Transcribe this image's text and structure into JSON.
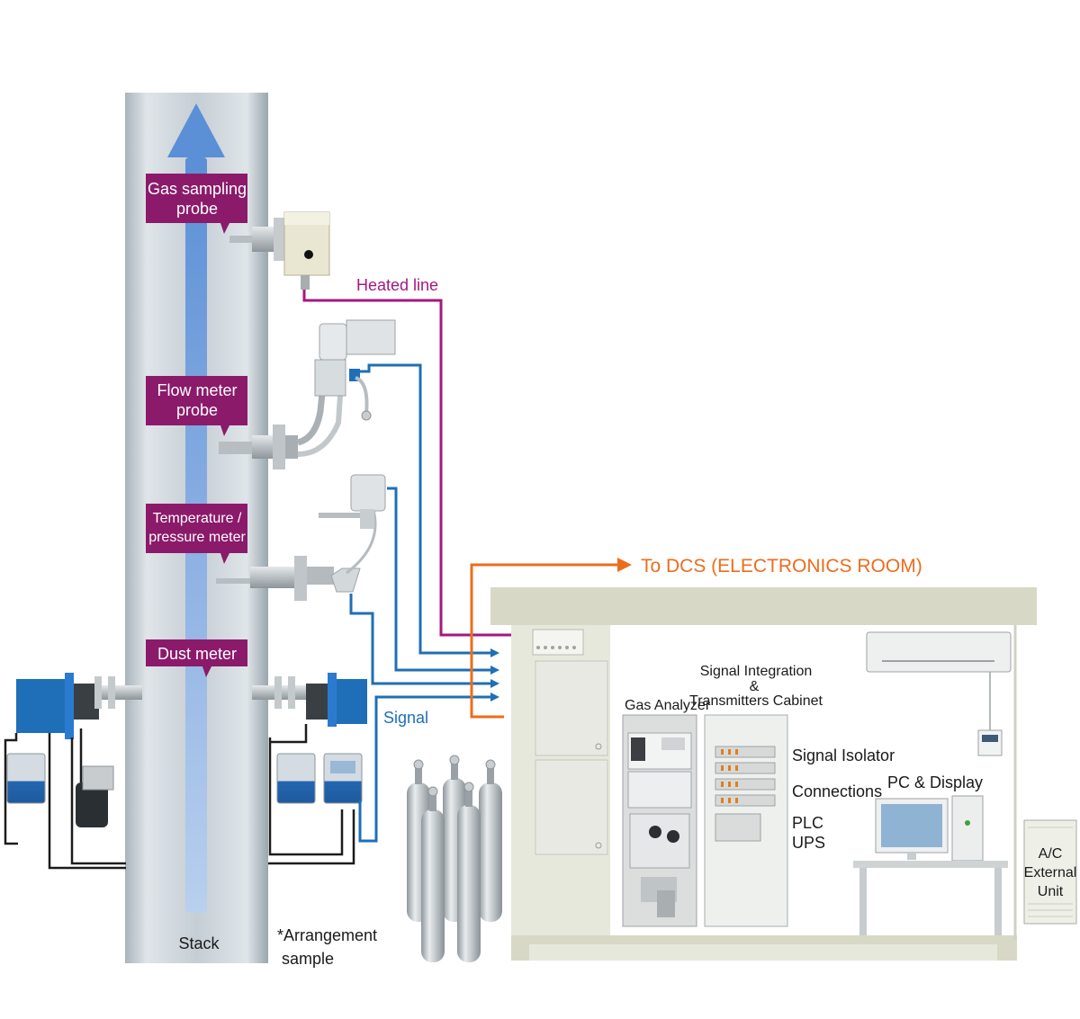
{
  "stack": {
    "label": "Stack",
    "arrangement_note_line1": "*Arrangement",
    "arrangement_note_line2": "sample"
  },
  "callouts": {
    "gas_sampling": {
      "line1": "Gas sampling",
      "line2": "probe"
    },
    "flow_meter": {
      "line1": "Flow meter",
      "line2": "probe"
    },
    "temperature": {
      "line1": "Temperature /",
      "line2": "pressure meter"
    },
    "dust_meter": {
      "line1": "Dust meter"
    }
  },
  "lines": {
    "heated_line": "Heated line",
    "signal": "Signal",
    "to_dcs": "To DCS (ELECTRONICS ROOM)"
  },
  "shelter": {
    "gas_analyzer": "Gas Analyzer",
    "cabinet_line1": "Signal Integration",
    "cabinet_line2": "&",
    "cabinet_line3": "Transmitters Cabinet",
    "signal_isolator": "Signal Isolator",
    "connections": "Connections",
    "plc": "PLC",
    "ups": "UPS",
    "pc_display": "PC & Display",
    "ac_line1": "A/C",
    "ac_line2": "External",
    "ac_line3": "Unit"
  },
  "colors": {
    "callout_purple": "#8b1a6b",
    "heated_line": "#a3197e",
    "signal_blue": "#1f6fb5",
    "dcs_orange": "#ec6d1c",
    "stack_gray": "#c4cdd3",
    "device_blue": "#1f6fb8"
  }
}
